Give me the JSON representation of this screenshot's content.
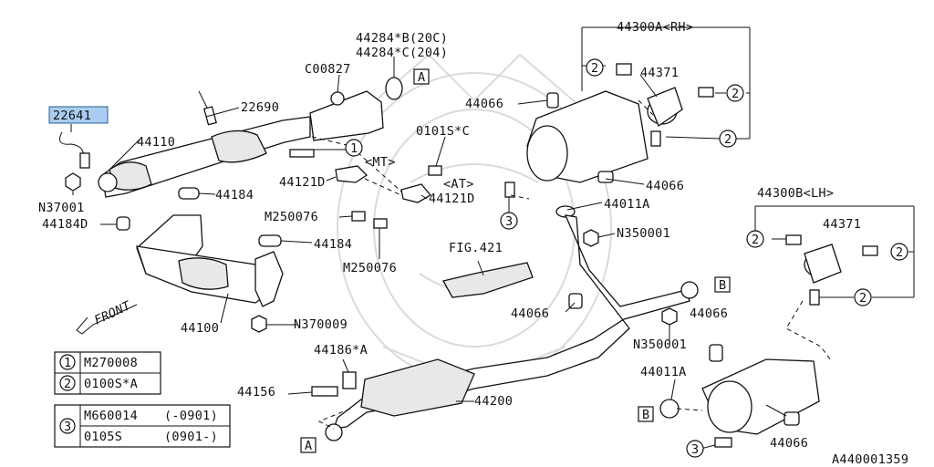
{
  "labels": {
    "sensor_selected": "22641",
    "pipe_front": "44110",
    "sensor_rear": "22690",
    "nut_front": "N37001",
    "gasket_44184": "44184",
    "gasket_44184D": "44184D",
    "gasket_44184_b": "44184",
    "pipe_exhaust": "44100",
    "nut_370009": "N370009",
    "front_arrow": "FRONT",
    "c00827": "C00827",
    "gasket_b": "44284*B(20C)",
    "gasket_c": "44284*C(204)",
    "ref_a_top": "A",
    "callout_1": "1",
    "mt": "<MT>",
    "bracket_mt": "44121D",
    "bolt_0101": "0101S*C",
    "at": "<AT>",
    "bracket_at": "44121D",
    "m250076_a": "M250076",
    "m250076_b": "M250076",
    "fig421": "FIG.421",
    "muffler_rh": "44300A<RH>",
    "cover_rh": "44371",
    "mount_44066_a": "44066",
    "mount_44066_b": "44066",
    "gasket_44011A": "44011A",
    "callout_3a": "3",
    "n350001_a": "N350001",
    "muffler_lh": "44300B<LH>",
    "cover_lh": "44371",
    "ref_b_right": "B",
    "mount_44066_c": "44066",
    "mount_44066_d": "44066",
    "n350001_b": "N350001",
    "gasket_44011A_b": "44011A",
    "ref_b_left": "B",
    "mount_44066_e": "44066",
    "callout_3b": "3",
    "spring_44186": "44186*A",
    "bolt_44156": "44156",
    "pipe_center": "44200",
    "ref_a_bottom": "A",
    "doc_id": "A440001359"
  },
  "legend": {
    "row1_num": "1",
    "row1_part": "M270008",
    "row2_num": "2",
    "row2_part": "0100S*A",
    "row3_num": "3",
    "row3_part_a": "M660014",
    "row3_range_a": "(-0901)",
    "row3_part_b": "0105S",
    "row3_range_b": "(0901-)"
  },
  "callout_two": "2"
}
